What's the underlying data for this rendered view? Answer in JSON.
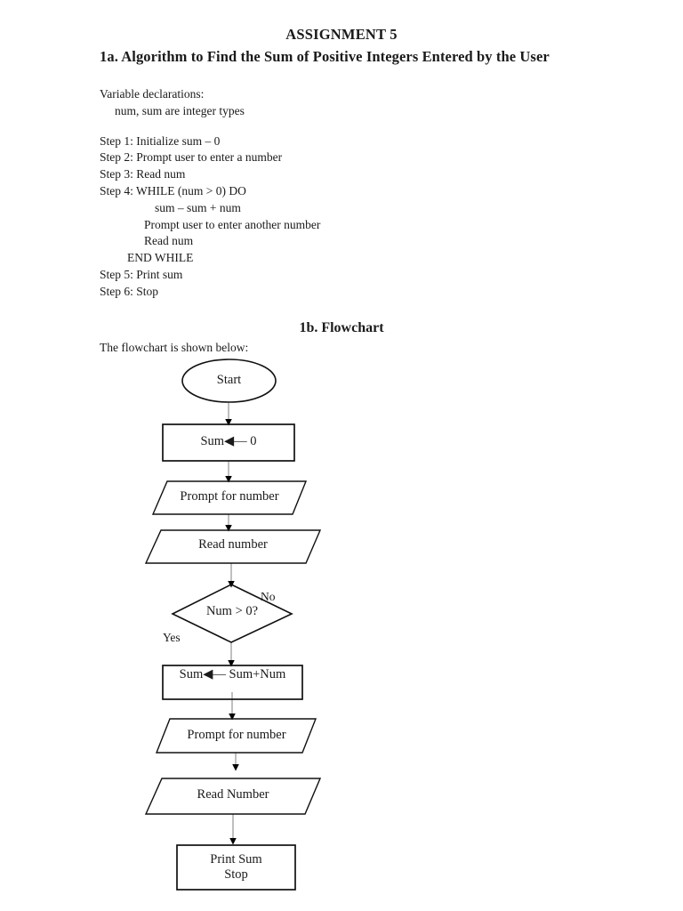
{
  "document": {
    "title": "ASSIGNMENT 5",
    "section_a_heading": "1a. Algorithm to Find the Sum of Positive Integers Entered by the User",
    "section_b_heading": "1b. Flowchart",
    "flowchart_intro": "The flowchart is shown below:"
  },
  "algorithm": {
    "declarations_label": "Variable declarations:",
    "declarations_value": "num, sum are integer types",
    "steps": [
      "Step 1: Initialize sum – 0",
      "Step 2: Prompt user to enter a number",
      "Step 3: Read num",
      "Step 4: WHILE (num > 0) DO",
      "sum – sum + num",
      "Prompt user to enter another number",
      "Read num",
      "END WHILE",
      "Step 5: Print sum",
      "Step 6: Stop"
    ]
  },
  "flowchart": {
    "nodes": [
      {
        "id": "start",
        "shape": "ellipse",
        "label": "Start"
      },
      {
        "id": "init-sum",
        "shape": "rectangle",
        "label": "Sum◀— 0"
      },
      {
        "id": "prompt-1",
        "shape": "parallelogram",
        "label": "Prompt for number"
      },
      {
        "id": "read-1",
        "shape": "parallelogram",
        "label": "Read number"
      },
      {
        "id": "decision",
        "shape": "diamond",
        "label": "Num > 0?"
      },
      {
        "id": "accumulate",
        "shape": "rectangle",
        "label": "Sum◀— Sum+Num"
      },
      {
        "id": "prompt-2",
        "shape": "parallelogram",
        "label": "Prompt for number"
      },
      {
        "id": "read-2",
        "shape": "parallelogram",
        "label": "Read Number"
      },
      {
        "id": "print-stop",
        "shape": "rectangle",
        "label": "Print Sum\nStop"
      }
    ],
    "branch_labels": {
      "no": "No",
      "yes": "Yes"
    },
    "colors": {
      "shape_stroke": "#000000",
      "connector_stroke": "#808080",
      "arrowhead_fill": "#000000",
      "page_background": "#ffffff",
      "text": "#1a1a1a"
    }
  }
}
